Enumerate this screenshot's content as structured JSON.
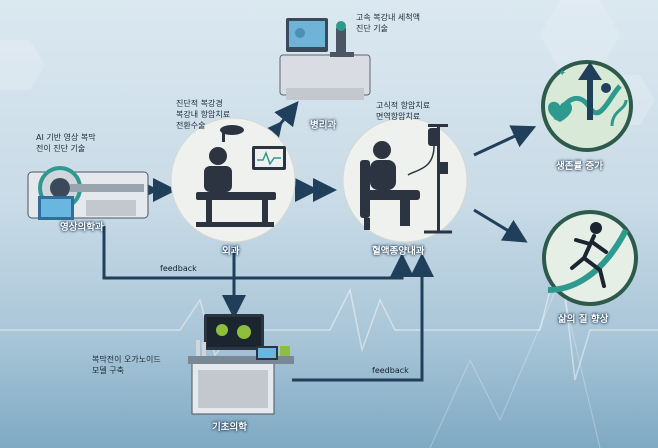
{
  "depts": {
    "imaging": "영상의학과",
    "surgery": "외과",
    "pathology": "병리과",
    "oncology": "혈액종양내과",
    "basic": "기초의학"
  },
  "descs": {
    "imaging": "AI 기반 영상 복막\n전이 진단 기술",
    "surgery": "진단적 복강경\n복강내 항암치료\n전환수술",
    "pathology": "고속 복강내 세척액\n진단 기술",
    "oncology": "고식적 항암치료\n면역항암치료",
    "basic": "복막전이 오가노이드\n모델 구축"
  },
  "outcomes": {
    "survival": "생존률 증가",
    "quality": "삶의 질 향상"
  },
  "feedback": {
    "left": "feedback",
    "bottom": "feedback"
  },
  "colors": {
    "arrow": "#1f3f5b",
    "accent_teal": "#2e9a8f",
    "circle_bg": "#eef1ee"
  }
}
